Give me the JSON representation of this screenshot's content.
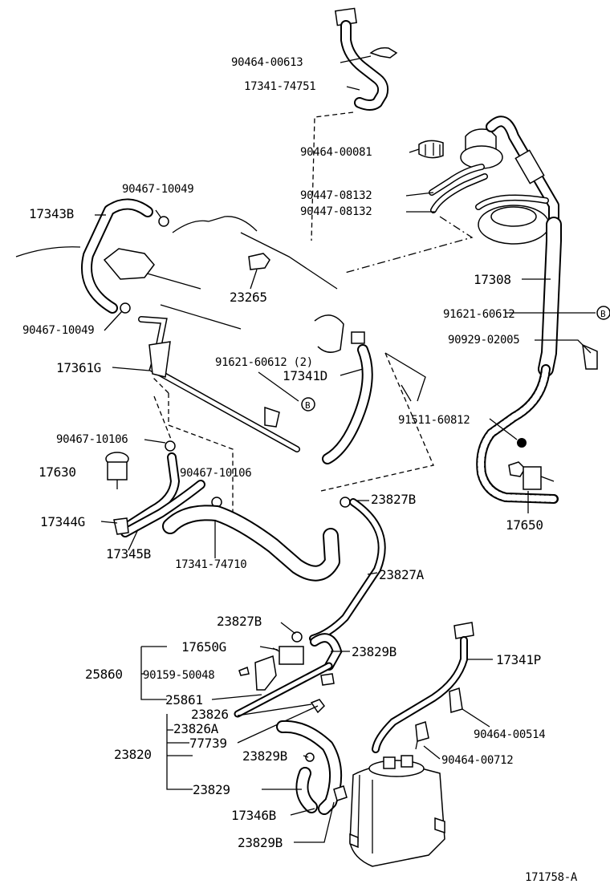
{
  "diagram_id": "171758-A",
  "callout_b": "B",
  "labels": {
    "p90464_00613": "90464-00613",
    "p17341_74751": "17341-74751",
    "p90464_00081": "90464-00081",
    "p90447_08132a": "90447-08132",
    "p90447_08132b": "90447-08132",
    "p90467_10049a": "90467-10049",
    "p17343B": "17343B",
    "p23265": "23265",
    "p17308": "17308",
    "p91621_60612": "91621-60612",
    "p90467_10049b": "90467-10049",
    "p90929_02005": "90929-02005",
    "p17361G": "17361G",
    "p91621_60612_2": "91621-60612 (2)",
    "p17341D": "17341D",
    "p91511_60812": "91511-60812",
    "p90467_10106a": "90467-10106",
    "p17630": "17630",
    "p90467_10106b": "90467-10106",
    "p17650": "17650",
    "p23827B_a": "23827B",
    "p17344G": "17344G",
    "p17345B": "17345B",
    "p17341_74710": "17341-74710",
    "p23827A": "23827A",
    "p23827B_b": "23827B",
    "p17650G": "17650G",
    "p23829B_a": "23829B",
    "p25860": "25860",
    "p90159_50048": "90159-50048",
    "p17341P": "17341P",
    "p25861": "25861",
    "p23826": "23826",
    "p23826A": "23826A",
    "p90464_00514": "90464-00514",
    "p77739": "77739",
    "p23820": "23820",
    "p23829B_b": "23829B",
    "p90464_00712": "90464-00712",
    "p23829": "23829",
    "p17346B": "17346B",
    "p23829B_c": "23829B"
  }
}
